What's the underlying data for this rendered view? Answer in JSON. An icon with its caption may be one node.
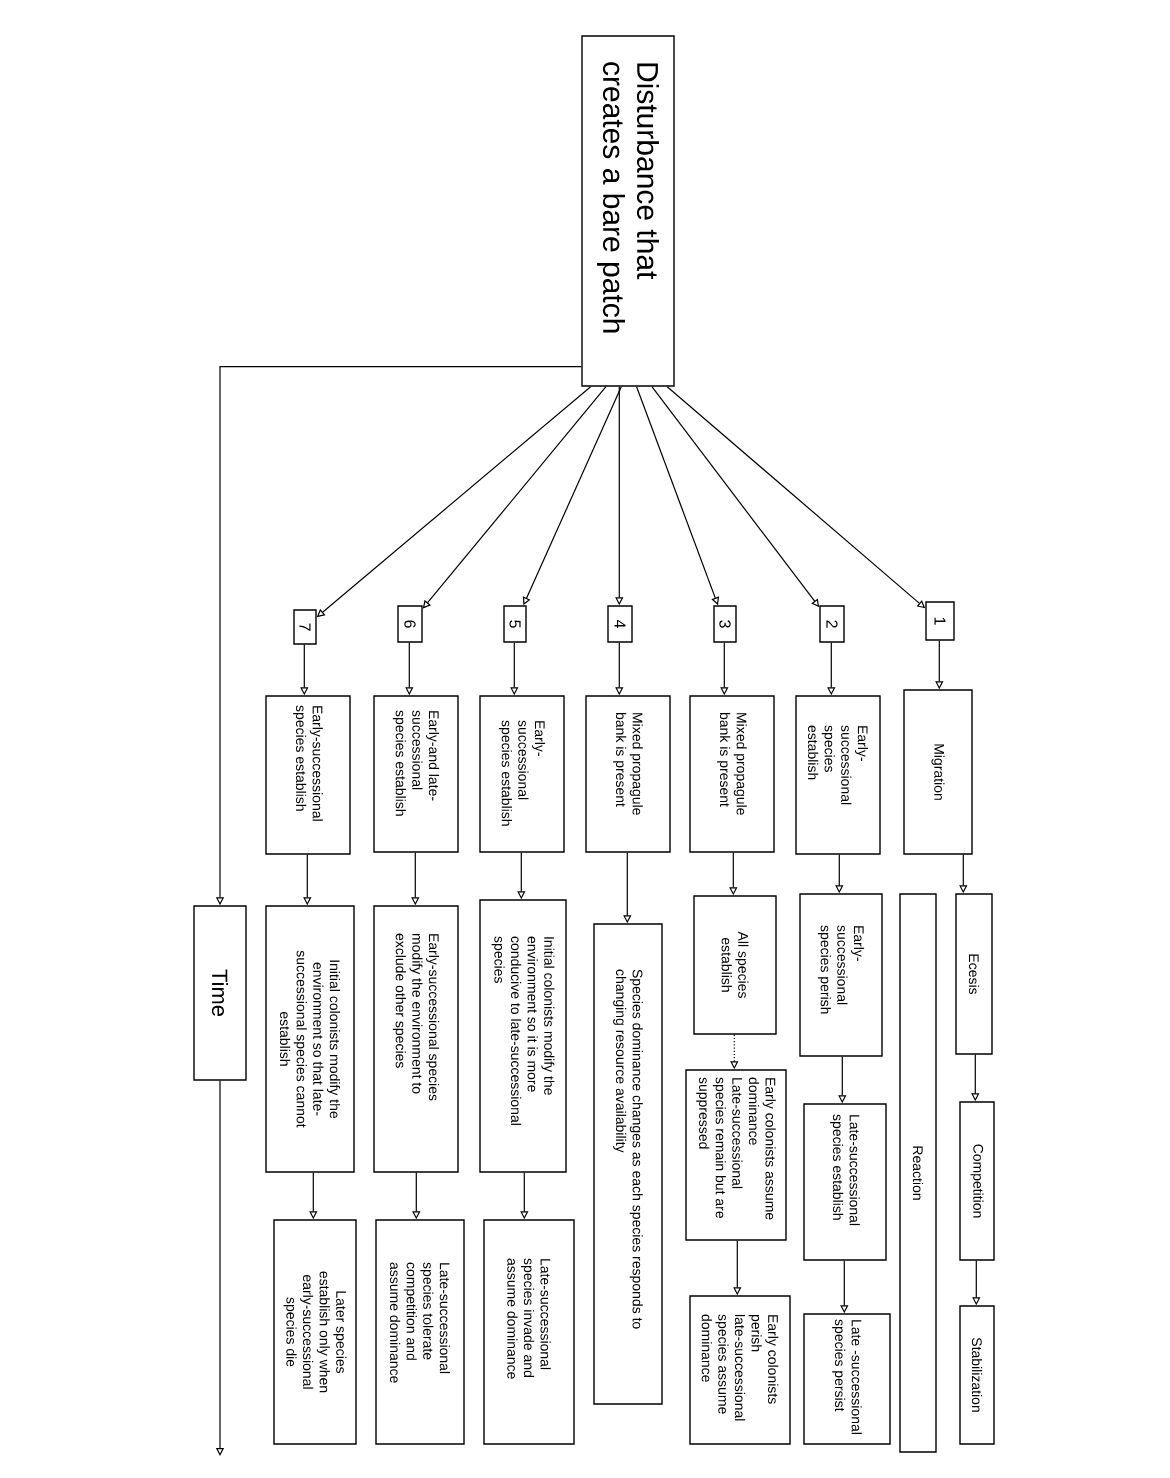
{
  "diagram": {
    "nodes": [
      {
        "text": [
          "Disturbance that creates a bare patch"
        ]
      },
      {
        "text": [
          "1"
        ]
      },
      {
        "text": [
          "Migration"
        ]
      },
      {
        "text": [
          "Ecesis"
        ]
      },
      {
        "text": [
          "Competition"
        ]
      },
      {
        "text": [
          "Stabilization"
        ]
      },
      {
        "text": [
          "Reaction"
        ]
      },
      {
        "text": [
          "2"
        ]
      },
      {
        "text": [
          "Early-successional species establish"
        ]
      },
      {
        "text": [
          "Early-successional species perish"
        ]
      },
      {
        "text": [
          "Late-successional species establish"
        ]
      },
      {
        "text": [
          "Late -successional species persist"
        ]
      },
      {
        "text": [
          "3"
        ]
      },
      {
        "text": [
          "Mixed propagule bank is present"
        ]
      },
      {
        "text": [
          "All species establish"
        ]
      },
      {
        "text": [
          "Early colonists assume dominance",
          "Late-successional species remain but are suppressed"
        ]
      },
      {
        "text": [
          "Early colonists perish",
          "late-successional species assume dominance"
        ]
      },
      {
        "text": [
          "4"
        ]
      },
      {
        "text": [
          "Mixed propagule bank is present"
        ]
      },
      {
        "text": [
          "Species dominance changes as each species responds to changing resource availability"
        ]
      },
      {
        "text": [
          "5"
        ]
      },
      {
        "text": [
          "Early-successional species establish"
        ]
      },
      {
        "text": [
          "Initial colonists modify the environment so it is more conducive to late-successional species"
        ]
      },
      {
        "text": [
          "Late-successional species invade and assume dominance"
        ]
      },
      {
        "text": [
          "6"
        ]
      },
      {
        "text": [
          "Early-and late-successional species establish"
        ]
      },
      {
        "text": [
          "Early-successional species modify the environment to exclude other species"
        ]
      },
      {
        "text": [
          "Late-successional species tolerate competition and assume dominance"
        ]
      },
      {
        "text": [
          "7"
        ]
      },
      {
        "text": [
          "Early-successional species establish"
        ]
      },
      {
        "text": [
          "Initial colonists modify the environment so that late-successional species cannot establish"
        ]
      },
      {
        "text": [
          "Later species establish only when early-successional species die"
        ]
      },
      {
        "text": [
          "Time"
        ]
      }
    ],
    "edges": [
      {
        "from": 0,
        "to": 1,
        "arrow": "to"
      },
      {
        "from": 0,
        "to": 7,
        "arrow": "to"
      },
      {
        "from": 0,
        "to": 12,
        "arrow": "to"
      },
      {
        "from": 0,
        "to": 17,
        "arrow": "to"
      },
      {
        "from": 0,
        "to": 20,
        "arrow": "to"
      },
      {
        "from": 0,
        "to": 24,
        "arrow": "to"
      },
      {
        "from": 0,
        "to": 28,
        "arrow": "to"
      },
      {
        "from": 1,
        "to": 2,
        "arrow": "to"
      },
      {
        "from": 2,
        "to": 3,
        "arrow": "to"
      },
      {
        "from": 3,
        "to": 4,
        "arrow": "to"
      },
      {
        "from": 4,
        "to": 5,
        "arrow": "to"
      },
      {
        "from": 7,
        "to": 8,
        "arrow": "to"
      },
      {
        "from": 8,
        "to": 9,
        "arrow": "to"
      },
      {
        "from": 9,
        "to": 10,
        "arrow": "to"
      },
      {
        "from": 10,
        "to": 11,
        "arrow": "to"
      },
      {
        "from": 12,
        "to": 13,
        "arrow": "to"
      },
      {
        "from": 13,
        "to": 14,
        "arrow": "to"
      },
      {
        "from": 14,
        "to": 15,
        "arrow": "to",
        "style": "dashed"
      },
      {
        "from": 15,
        "to": 16,
        "arrow": "to"
      },
      {
        "from": 17,
        "to": 18,
        "arrow": "to"
      },
      {
        "from": 18,
        "to": 19,
        "arrow": "to"
      },
      {
        "from": 20,
        "to": 21,
        "arrow": "to"
      },
      {
        "from": 21,
        "to": 22,
        "arrow": "to"
      },
      {
        "from": 22,
        "to": 23,
        "arrow": "to"
      },
      {
        "from": 24,
        "to": 25,
        "arrow": "to"
      },
      {
        "from": 25,
        "to": 26,
        "arrow": "to"
      },
      {
        "from": 26,
        "to": 27,
        "arrow": "to"
      },
      {
        "from": 28,
        "to": 29,
        "arrow": "to"
      },
      {
        "from": 29,
        "to": 30,
        "arrow": "to"
      },
      {
        "from": 30,
        "to": 31,
        "arrow": "to"
      },
      {
        "from": 0,
        "to": 32,
        "arrow": "to"
      },
      {
        "from": 32,
        "to": null,
        "arrow": "to"
      }
    ]
  }
}
